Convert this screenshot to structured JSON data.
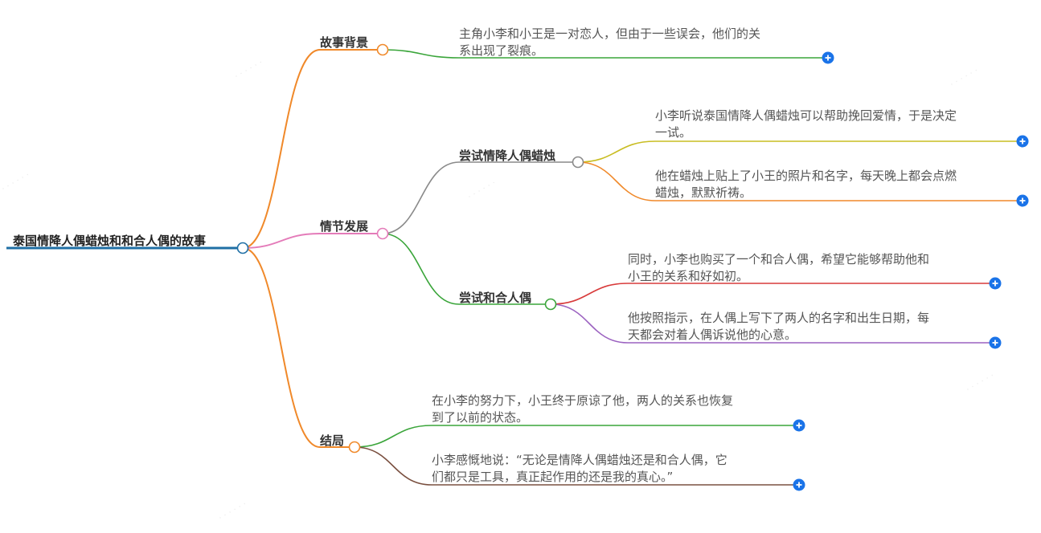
{
  "root": {
    "label": "泰国情降人偶蜡烛和和合人偶的故事",
    "color": "#1f6fa5"
  },
  "branches": [
    {
      "label": "故事背景",
      "color": "#f0892a",
      "children": [
        {
          "lines": [
            "主角小李和小王是一对恋人，但由于一些误会，他们的关",
            "系出现了裂痕。"
          ],
          "color": "#3aa53a"
        }
      ]
    },
    {
      "label": "情节发展",
      "color": "#e47bb9",
      "children": [
        {
          "label": "尝试情降人偶蜡烛",
          "color": "#8a8a8a",
          "children": [
            {
              "lines": [
                "小李听说泰国情降人偶蜡烛可以帮助挽回爱情，于是决定",
                "一试。"
              ],
              "color": "#c9bd22"
            },
            {
              "lines": [
                "他在蜡烛上贴上了小王的照片和名字，每天晚上都会点燃",
                "蜡烛，默默祈祷。"
              ],
              "color": "#f0892a"
            }
          ]
        },
        {
          "label": "尝试和合人偶",
          "color": "#3aa53a",
          "children": [
            {
              "lines": [
                "同时，小李也购买了一个和合人偶，希望它能够帮助他和",
                "小王的关系和好如初。"
              ],
              "color": "#d83b3b"
            },
            {
              "lines": [
                "他按照指示，在人偶上写下了两人的名字和出生日期，每",
                "天都会对着人偶诉说他的心意。"
              ],
              "color": "#9b62c0"
            }
          ]
        }
      ]
    },
    {
      "label": "结局",
      "color": "#f0892a",
      "children": [
        {
          "lines": [
            "在小李的努力下，小王终于原谅了他，两人的关系也恢复",
            "到了以前的状态。"
          ],
          "color": "#3aa53a"
        },
        {
          "lines": [
            "小李感慨地说：“无论是情降人偶蜡烛还是和合人偶，它",
            "们都只是工具，真正起作用的还是我的真心。”"
          ],
          "color": "#7a5040"
        }
      ]
    }
  ],
  "expand_button_color": "#1a73e8"
}
